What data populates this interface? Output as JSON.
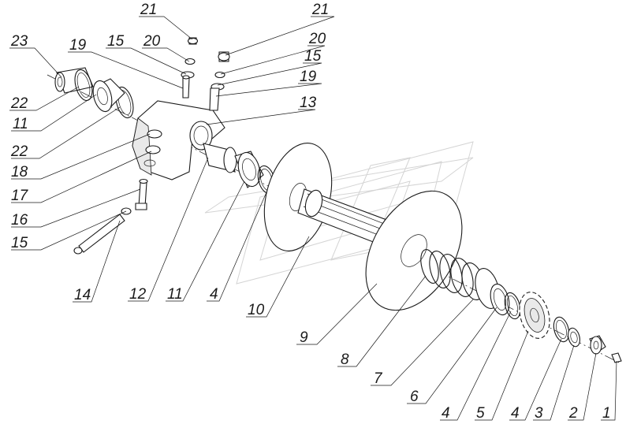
{
  "callouts": [
    {
      "id": "c23",
      "text": "23"
    },
    {
      "id": "c22a",
      "text": "22"
    },
    {
      "id": "c11a",
      "text": "11"
    },
    {
      "id": "c22b",
      "text": "22"
    },
    {
      "id": "c18",
      "text": "18"
    },
    {
      "id": "c17",
      "text": "17"
    },
    {
      "id": "c16",
      "text": "16"
    },
    {
      "id": "c15a",
      "text": "15"
    },
    {
      "id": "c14",
      "text": "14"
    },
    {
      "id": "c19a",
      "text": "19"
    },
    {
      "id": "c15b",
      "text": "15"
    },
    {
      "id": "c20a",
      "text": "20"
    },
    {
      "id": "c21a",
      "text": "21"
    },
    {
      "id": "c21b",
      "text": "21"
    },
    {
      "id": "c20b",
      "text": "20"
    },
    {
      "id": "c15c",
      "text": "15"
    },
    {
      "id": "c19b",
      "text": "19"
    },
    {
      "id": "c13",
      "text": "13"
    },
    {
      "id": "c12",
      "text": "12"
    },
    {
      "id": "c11b",
      "text": "11"
    },
    {
      "id": "c4a",
      "text": "4"
    },
    {
      "id": "c10",
      "text": "10"
    },
    {
      "id": "c9",
      "text": "9"
    },
    {
      "id": "c8",
      "text": "8"
    },
    {
      "id": "c7",
      "text": "7"
    },
    {
      "id": "c6",
      "text": "6"
    },
    {
      "id": "c4b",
      "text": "4"
    },
    {
      "id": "c5",
      "text": "5"
    },
    {
      "id": "c4c",
      "text": "4"
    },
    {
      "id": "c3",
      "text": "3"
    },
    {
      "id": "c2",
      "text": "2"
    },
    {
      "id": "c1",
      "text": "1"
    }
  ]
}
